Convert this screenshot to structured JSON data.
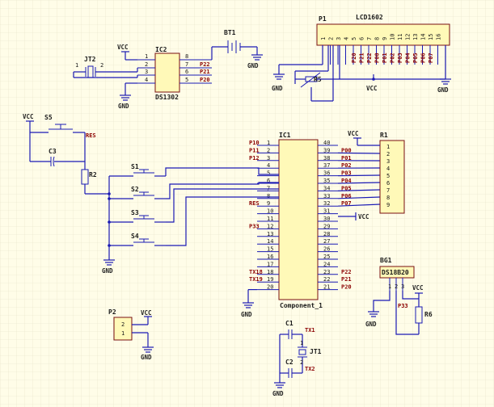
{
  "colors": {
    "background": "#fffde8",
    "grid": "#e6e2c8",
    "wire": "#1a1ab4",
    "body_fill": "#fff9b8",
    "body_stroke": "#7a1010",
    "net": "#8b0000"
  },
  "ic1": {
    "designator": "IC1",
    "comment": "Component_1",
    "left_pins": [
      "1",
      "2",
      "3",
      "4",
      "5",
      "6",
      "7",
      "8",
      "9",
      "10",
      "11",
      "12",
      "13",
      "14",
      "15",
      "16",
      "17",
      "18",
      "19",
      "20"
    ],
    "right_pins": [
      "40",
      "39",
      "38",
      "37",
      "36",
      "35",
      "34",
      "33",
      "32",
      "31",
      "30",
      "29",
      "28",
      "27",
      "26",
      "25",
      "24",
      "23",
      "22",
      "21"
    ],
    "left_nets": [
      "P10",
      "P11",
      "P12",
      "",
      "",
      "",
      "",
      "",
      "RES",
      "",
      "",
      "P33",
      "",
      "",
      "",
      "",
      "",
      "TX18",
      "TX19",
      ""
    ],
    "right_nets": [
      "",
      "P00",
      "P01",
      "P02",
      "P03",
      "P04",
      "P05",
      "P06",
      "P07",
      "",
      "",
      "",
      "",
      "",
      "",
      "",
      "",
      "P22",
      "P21",
      "P20"
    ]
  },
  "lcd": {
    "designator": "P1",
    "comment": "LCD1602",
    "pins": [
      "1",
      "2",
      "3",
      "4",
      "5",
      "6",
      "7",
      "8",
      "9",
      "10",
      "11",
      "12",
      "13",
      "14",
      "15",
      "16"
    ],
    "nets": [
      "",
      "",
      "",
      "",
      "P20",
      "P21",
      "P22",
      "P00",
      "P01",
      "P02",
      "P03",
      "P04",
      "P05",
      "P06",
      "P07",
      ""
    ]
  },
  "ic2": {
    "designator": "IC2",
    "comment": "DS1302",
    "left_pins": [
      "1",
      "2",
      "3",
      "4"
    ],
    "right_pins": [
      "8",
      "7",
      "6",
      "5"
    ],
    "right_nets": [
      "",
      "P22",
      "P21",
      "P20"
    ]
  },
  "r1": {
    "designator": "R1",
    "pins": [
      "1",
      "2",
      "3",
      "4",
      "5",
      "6",
      "7",
      "8",
      "9"
    ]
  },
  "bg1": {
    "designator": "BG1",
    "comment": "DS18B20",
    "pins": [
      "1",
      "2",
      "3"
    ],
    "net": "P33"
  },
  "jt2": {
    "designator": "JT2",
    "pin1": "1",
    "pin2": "2"
  },
  "bt1": {
    "designator": "BT1"
  },
  "p2": {
    "designator": "P2",
    "pins": [
      "2",
      "1"
    ]
  },
  "resistors": {
    "r2": "R2",
    "r5": "R5",
    "r6": "R6"
  },
  "caps": {
    "c1": "C1",
    "c2": "C2",
    "c3": "C3"
  },
  "xtal": {
    "designator": "JT1",
    "tx1": "TX1",
    "tx2": "TX2"
  },
  "switches": {
    "s5": "S5",
    "s1": "S1",
    "s2": "S2",
    "s3": "S3",
    "s4": "S4",
    "res": "RES"
  },
  "power": {
    "vcc": "VCC",
    "gnd": "GND"
  }
}
